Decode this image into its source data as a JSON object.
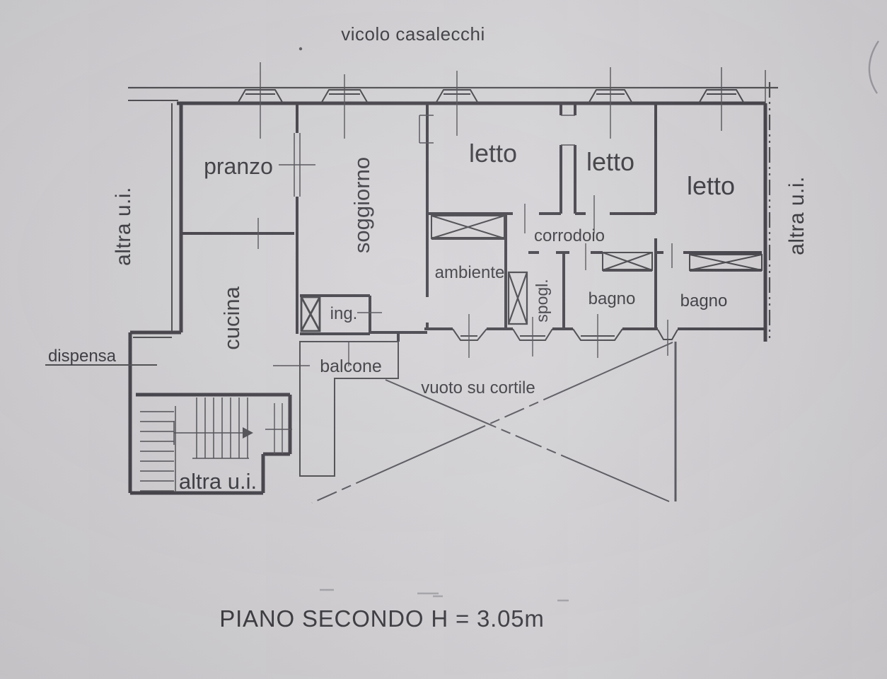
{
  "labels": {
    "street": "vicolo casalecchi",
    "altra_ui_left": "altra u.i.",
    "altra_ui_right": "altra u.i.",
    "altra_ui_bottom": "altra u.i.",
    "pranzo": "pranzo",
    "soggiorno": "soggiorno",
    "cucina": "cucina",
    "dispensa": "dispensa",
    "ing": "ing.",
    "balcone": "balcone",
    "letto_1": "letto",
    "letto_2": "letto",
    "letto_3": "letto",
    "corridoio": "corrodoio",
    "ambiente": "ambiente",
    "spogliatoio": "spogl.",
    "bagno_1": "bagno",
    "bagno_2": "bagno",
    "vuoto_cortile": "vuoto su cortile",
    "title": "PIANO SECONDO H = 3.05m"
  },
  "colors": {
    "paper": "#d3d1d4",
    "ink": "#3a393f",
    "faint_ink": "#55545b"
  }
}
